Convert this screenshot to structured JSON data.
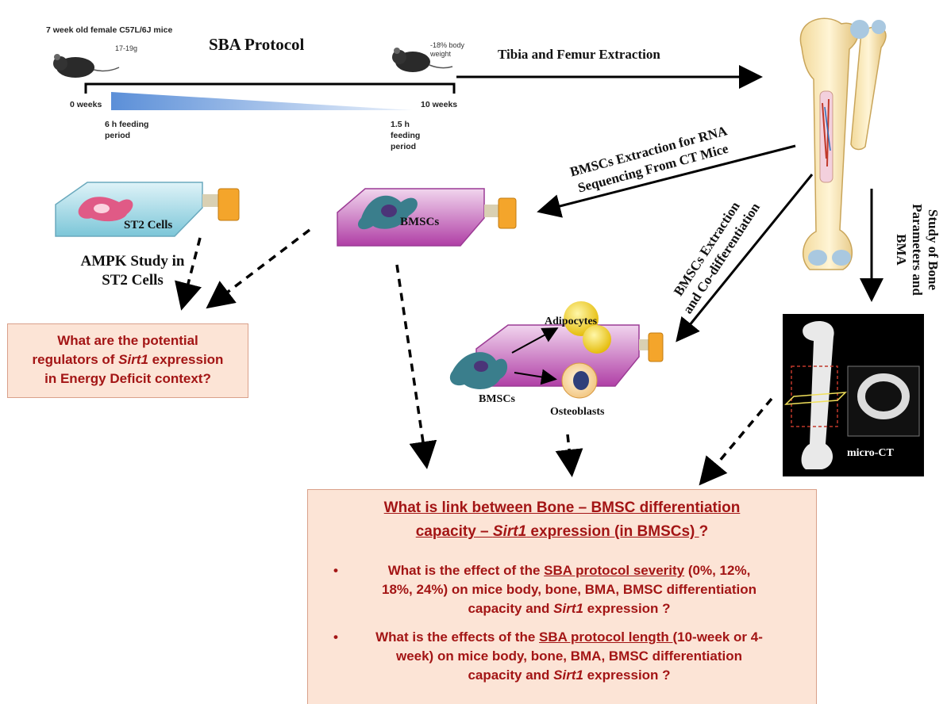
{
  "protocol": {
    "title": "SBA Protocol",
    "mouse_start_label": "7 week old female C57L/6J mice",
    "mouse_start_weight": "17-19g",
    "mouse_end_weight": "-18% body weight",
    "start_week": "0 weeks",
    "end_week": "10 weeks",
    "start_feeding": "6 h feeding period",
    "end_feeding": "1.5 h feeding period"
  },
  "labels": {
    "extraction": "Tibia and Femur Extraction",
    "rna_line1": "BMSCs Extraction for RNA",
    "rna_line2": "Sequencing From CT Mice",
    "codiff_line1": "BMSCs Extraction",
    "codiff_line2": "and Co-differentiation",
    "study_line1": "Study of Bone",
    "study_line2": "Parameters and",
    "study_line3": "BMA",
    "st2_flask": "ST2 Cells",
    "bmsc_flask": "BMSCs",
    "ampk_line1": "AMPK Study in",
    "ampk_line2": "ST2 Cells",
    "adipocytes": "Adipocytes",
    "osteoblasts": "Osteoblasts",
    "bmscs_cell": "BMSCs",
    "microct": "micro-CT"
  },
  "question_left": {
    "line1": "What are the potential",
    "line2_pre": "regulators of ",
    "line2_gene": "Sirt1",
    "line2_post": " expression",
    "line3": "in Energy Deficit context?"
  },
  "question_main": {
    "heading_line1": "What is link between Bone – BMSC differentiation",
    "heading_line2_pre": "capacity – ",
    "heading_line2_gene": "Sirt1",
    "heading_line2_post": " expression (in BMSCs) ",
    "heading_line2_end": "?",
    "bullet": "•",
    "q1_pre": "What is the effect of the ",
    "q1_link": "SBA protocol severity",
    "q1_post": " (0%, 12%,",
    "q1_line2": "18%, 24%) on mice body, bone, BMA, BMSC differentiation",
    "q1_line3_pre": "capacity and ",
    "q1_line3_gene": "Sirt1",
    "q1_line3_post": " expression ?",
    "q2_pre": "What is the effects of the ",
    "q2_link": "SBA protocol length ",
    "q2_post": "(10-week or 4-",
    "q2_line2": "week) on mice body, bone, BMA, BMSC differentiation",
    "q2_line3_pre": "capacity and ",
    "q2_line3_gene": "Sirt1",
    "q2_line3_post": " expression ?"
  }
}
